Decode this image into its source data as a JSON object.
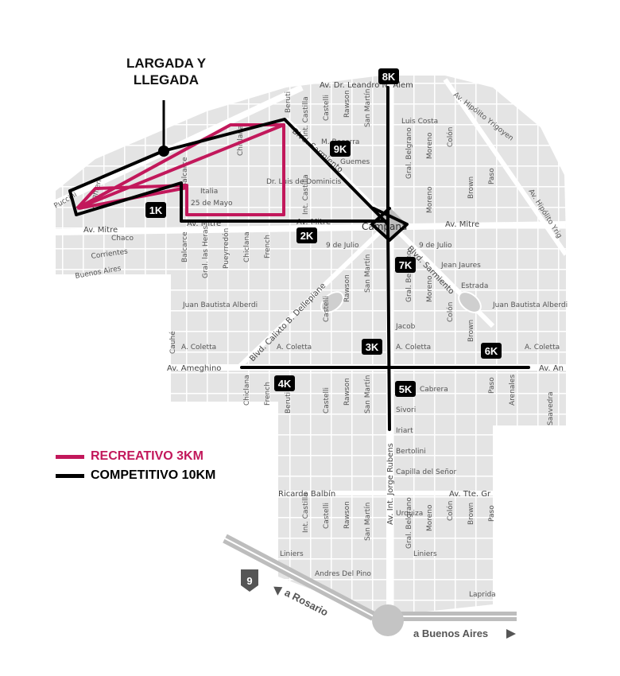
{
  "start_finish": {
    "line1": "LARGADA Y",
    "line2": "LLEGADA"
  },
  "legend": {
    "recreativo": {
      "label": "RECREATIVO 3KM",
      "color": "#c2185b"
    },
    "competitivo": {
      "label": "COMPETITIVO 10KM",
      "color": "#000000"
    }
  },
  "km_markers": [
    "1K",
    "2K",
    "3K",
    "4K",
    "5K",
    "6K",
    "7K",
    "8K",
    "9K"
  ],
  "route_number": "9",
  "directions": {
    "rosario": "a Rosario",
    "buenos_aires": "a Buenos Aires"
  },
  "place_labels": {
    "campana": "Campana"
  },
  "streets": {
    "alem": "Av. Dr. Leandro N. Alem",
    "yrigoyen": "Av. Hipólito Yrigoyen",
    "yrigoyen2": "Av. Hipólito Yrig",
    "luis_costa": "Luis Costa",
    "becerra": "M. Becerra",
    "guemes": "Guemes",
    "dominicis": "Dr. Luis de Dominicis",
    "italia": "Italia",
    "mayo": "25 de Mayo",
    "mitre1": "Av. Mitre",
    "mitre2": "Av. Mitre",
    "mitre3": "Av. Mitre",
    "mitre4": "Av. Mitre",
    "julio1": "9 de Julio",
    "julio2": "9 de Julio",
    "jaures": "Jean Jaures",
    "estrada": "Estrada",
    "alberdi1": "Juan Bautista Alberdi",
    "alberdi2": "Juan Bautista Alberdi",
    "jacob": "Jacob",
    "coletta1": "A. Coletta",
    "coletta2": "A. Coletta",
    "coletta3": "A. Coletta",
    "coletta4": "A. Coletta",
    "ameghino": "Av. Ameghino",
    "ameghino2": "Av. An",
    "cabrera": "Cabrera",
    "sivori": "Sivori",
    "iriart": "Iriart",
    "bertolini": "Bertolini",
    "capilla": "Capilla del Señor",
    "balbin": "Ricardo Balbín",
    "tte": "Av. Tte. Gr",
    "urquiza": "Urquiza",
    "liniers1": "Liniers",
    "liniers2": "Liniers",
    "pino": "Andres Del Pino",
    "laprida": "Laprida",
    "corrientes": "Corrientes",
    "chaco": "Chaco",
    "buenos_aires_st": "Buenos Aires",
    "puccini": "Puccini",
    "alighieri": "Alighieri",
    "balcarce1": "Balcarce",
    "balcarce2": "Balcarce",
    "heras": "Gral. las Heras",
    "pueyrredon": "Pueyrredón",
    "chiclana1": "Chiclana",
    "chiclana2": "Chiclana",
    "chiclana3": "Chiclana",
    "french1": "French",
    "french2": "French",
    "beruti1": "Beruti",
    "beruti2": "Beruti",
    "castilla1": "Int. Castilla",
    "castilla2": "Int. Castilla",
    "castilla3": "Int. Castilla",
    "castelli1": "Castelli",
    "castelli2": "Castelli",
    "castelli3": "Castelli",
    "castelli4": "Castelli",
    "rawson1": "Rawson",
    "rawson2": "Rawson",
    "rawson3": "Rawson",
    "rawson4": "Rawson",
    "sanmartin1": "San Martín",
    "sanmartin2": "San Martín",
    "sanmartin3": "San Martín",
    "sanmartin4": "San Martín",
    "belgrano1": "Gral. Belgrano",
    "belgrano2": "Gral. Belgrano",
    "belgrano3": "Gral. Belgrano",
    "moreno1": "Moreno",
    "moreno2": "Moreno",
    "moreno3": "Moreno",
    "moreno4": "Moreno",
    "colon1": "Colón",
    "colon2": "Colón",
    "colon3": "Colón",
    "brown1": "Brown",
    "brown2": "Brown",
    "brown3": "Brown",
    "paso1": "Paso",
    "paso2": "Paso",
    "paso3": "Paso",
    "arenales": "Arenales",
    "saavedra": "Saavedra",
    "cauhe": "Cauhé",
    "sarmiento1": "Blvd. Sarmiento",
    "sarmiento2": "Blvd. Sarmiento",
    "dellepiane": "Blvd. Calixto B. Dellepiane",
    "rubens": "Av. Int. Jorge Rubens"
  }
}
